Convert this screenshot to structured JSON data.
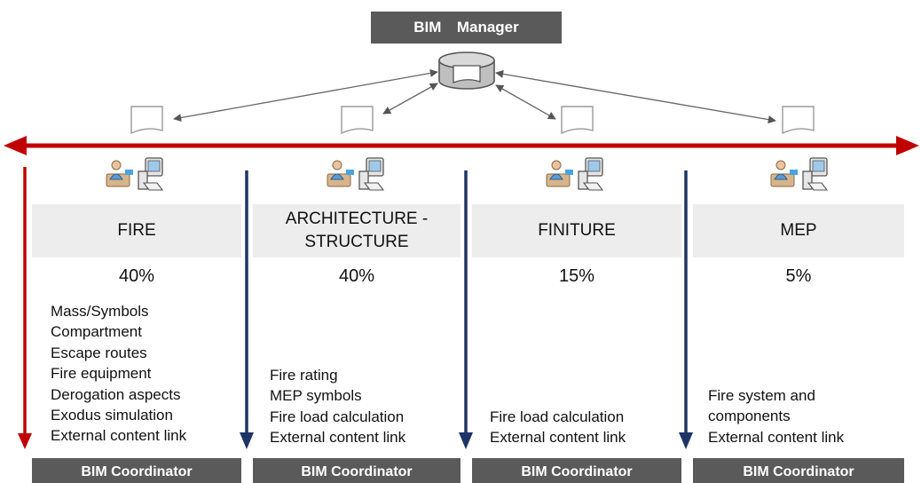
{
  "manager": {
    "label": "BIM  Manager",
    "icon": "database-icon"
  },
  "icons": {
    "document": "document-icon",
    "workstation": "user-workstation-icon"
  },
  "colors": {
    "red_arrow": "#c00000",
    "navy_arrow": "#1f3466",
    "dark_box": "#5a5a5a",
    "header_bg": "#ededed"
  },
  "columns": [
    {
      "title": "FIRE",
      "percent": "40%",
      "items": [
        "Mass/Symbols",
        "Compartment",
        "Escape routes",
        "Fire equipment",
        "Derogation aspects",
        "Exodus simulation",
        "External content link"
      ],
      "coordinator": "BIM Coordinator"
    },
    {
      "title": "ARCHITECTURE - STRUCTURE",
      "title_lines": [
        "ARCHITECTURE -",
        "STRUCTURE"
      ],
      "percent": "40%",
      "items": [
        "Fire rating",
        "MEP symbols",
        "Fire load calculation",
        "External content link"
      ],
      "coordinator": "BIM Coordinator"
    },
    {
      "title": "FINITURE",
      "percent": "15%",
      "items": [
        "Fire load calculation",
        "External content link"
      ],
      "coordinator": "BIM Coordinator"
    },
    {
      "title": "MEP",
      "percent": "5%",
      "items": [
        "Fire system and",
        "components",
        "External content link"
      ],
      "coordinator": "BIM Coordinator"
    }
  ]
}
